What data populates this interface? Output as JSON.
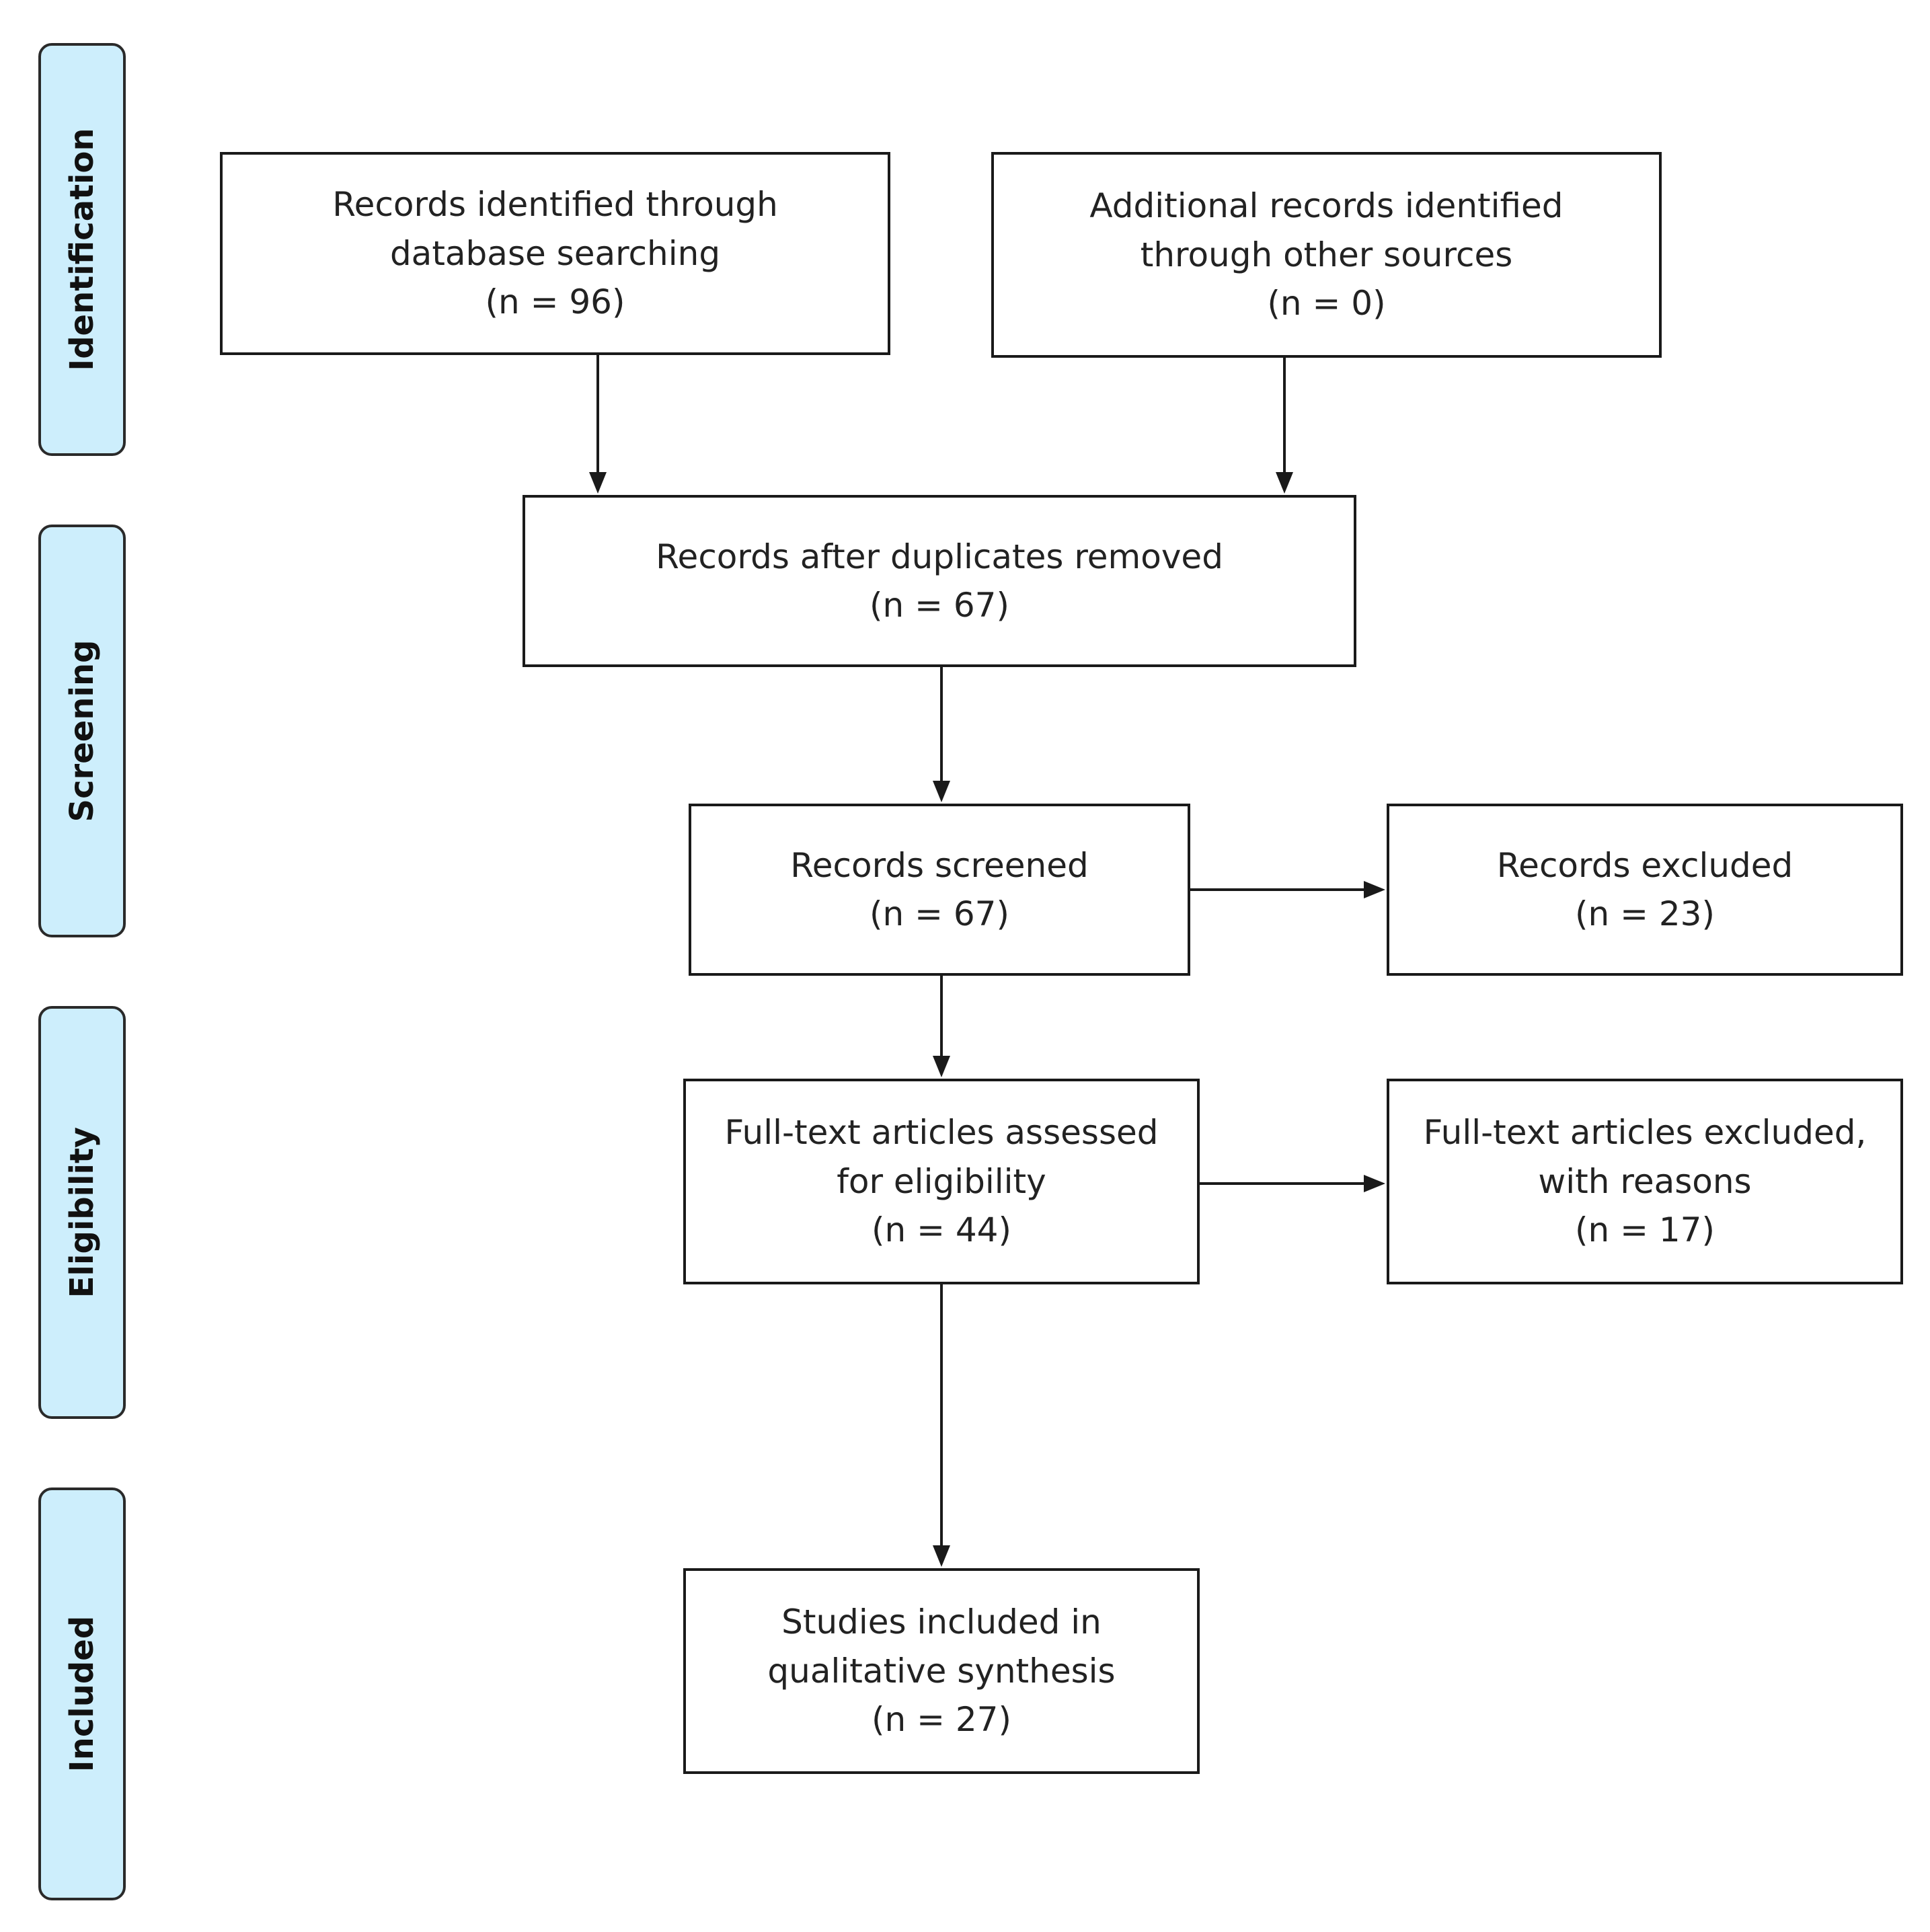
{
  "phases": {
    "identification": "Identification",
    "screening": "Screening",
    "eligibility": "Eligibility",
    "included": "Included"
  },
  "boxes": {
    "database_records": {
      "line1": "Records identified through",
      "line2": "database searching",
      "count": "(n = 96)"
    },
    "other_sources": {
      "line1": "Additional records identified",
      "line2": "through other sources",
      "count": "(n = 0)"
    },
    "after_duplicates": {
      "line1": "Records after duplicates removed",
      "count": "(n = 67)"
    },
    "screened": {
      "line1": "Records screened",
      "count": "(n = 67)"
    },
    "excluded": {
      "line1": "Records excluded",
      "count": "(n = 23)"
    },
    "fulltext_assessed": {
      "line1": "Full-text articles assessed",
      "line2": "for eligibility",
      "count": "(n = 44)"
    },
    "fulltext_excluded": {
      "line1": "Full-text articles excluded,",
      "line2": "with reasons",
      "count": "(n = 17)"
    },
    "included_studies": {
      "line1": "Studies included in",
      "line2": "qualitative synthesis",
      "count": "(n = 27)"
    }
  },
  "colors": {
    "phase_fill": "#cdeefc",
    "line": "#1a1a1a"
  }
}
